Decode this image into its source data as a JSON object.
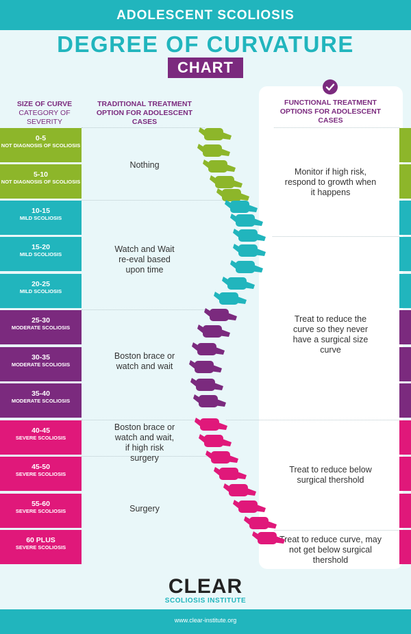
{
  "header": {
    "subtitle": "ADOLESCENT SCOLIOSIS",
    "title": "DEGREE OF CURVATURE",
    "badge": "CHART"
  },
  "columns": {
    "size_title": "SIZE OF CURVE",
    "size_sub": "CATEGORY OF SEVERITY",
    "traditional": "TRADITIONAL TREATMENT OPTION FOR ADOLESCENT CASES",
    "functional": "FUNCTIONAL TREATMENT OPTIONS FOR ADOLESCENT CASES",
    "functional_icon": "checkmark-circle-icon"
  },
  "colors": {
    "green": "#8db62a",
    "teal": "#21b5bd",
    "purple": "#7b2a7e",
    "pink": "#e0187a",
    "background": "#e9f7f9"
  },
  "rows": [
    {
      "range": "0-5",
      "category": "NOT DIAGNOSIS OF SCOLIOSIS",
      "color": "#8db62a"
    },
    {
      "range": "5-10",
      "category": "NOT DIAGNOSIS OF SCOLIOSIS",
      "color": "#8db62a"
    },
    {
      "range": "10-15",
      "category": "MILD SCOLIOSIS",
      "color": "#21b5bd"
    },
    {
      "range": "15-20",
      "category": "MILD SCOLIOSIS",
      "color": "#21b5bd"
    },
    {
      "range": "20-25",
      "category": "MILD SCOLIOSIS",
      "color": "#21b5bd"
    },
    {
      "range": "25-30",
      "category": "MODERATE SCOLIOSIS",
      "color": "#7b2a7e"
    },
    {
      "range": "30-35",
      "category": "MODERATE SCOLIOSIS",
      "color": "#7b2a7e"
    },
    {
      "range": "35-40",
      "category": "MODERATE SCOLIOSIS",
      "color": "#7b2a7e"
    },
    {
      "range": "40-45",
      "category": "SEVERE SCOLIOSIS",
      "color": "#e0187a"
    },
    {
      "range": "45-50",
      "category": "SEVERE SCOLIOSIS",
      "color": "#e0187a"
    },
    {
      "range": "55-60",
      "category": "SEVERE SCOLIOSIS",
      "color": "#e0187a"
    },
    {
      "range": "60 PLUS",
      "category": "SEVERE SCOLIOSIS",
      "color": "#e0187a"
    }
  ],
  "traditional": [
    "Nothing",
    "Watch and Wait re-eval based upon time",
    "Boston brace or watch and wait",
    "Boston brace or watch and wait, if high risk surgery",
    "Surgery"
  ],
  "functional": [
    "Monitor if high risk, respond to growth when it happens",
    "Treat to reduce the curve so they never have a surgical size curve",
    "Treat to reduce below surgical thershold",
    "Treat to reduce curve, may not get below surgical thershold"
  ],
  "logo": {
    "name": "CLEAR",
    "tagline": "SCOLIOSIS INSTITUTE"
  },
  "footer": {
    "url": "www.clear-institute.org"
  }
}
